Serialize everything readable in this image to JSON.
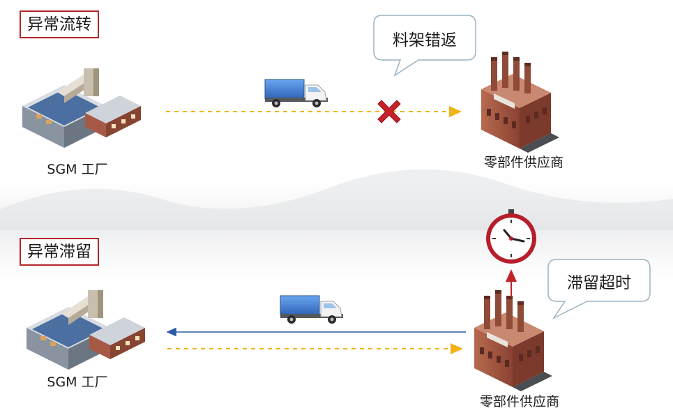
{
  "sections": [
    {
      "tag": "异常流转",
      "source_label": "SGM 工厂",
      "target_label": "零部件供应商",
      "callout": "料架错返"
    },
    {
      "tag": "异常滞留",
      "source_label": "SGM 工厂",
      "target_label": "零部件供应商",
      "callout": "滞留超时"
    }
  ],
  "colors": {
    "tag_border": "#b3262a",
    "dashed_arrow": "#f2b318",
    "solid_arrow": "#2c5aa8",
    "up_arrow": "#c0242a",
    "cross": "#c8202a",
    "truck_cargo": "#3d7fd6",
    "factory_brick": "#a5573f",
    "bubble_border": "#9ab3c2"
  },
  "icons": [
    "factory-icon",
    "truck-icon",
    "supplier-factory-icon",
    "cross-icon",
    "clock-icon",
    "speech-bubble-icon"
  ]
}
